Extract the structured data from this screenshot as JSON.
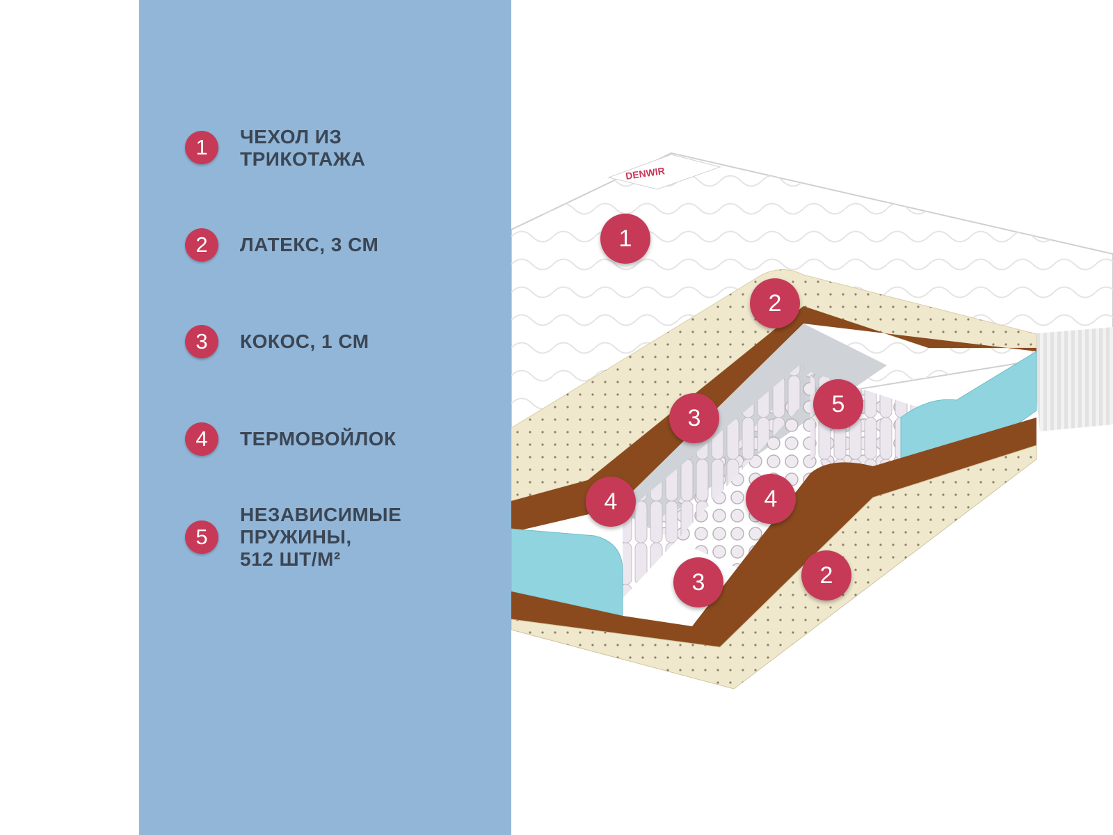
{
  "legend": {
    "items": [
      {
        "number": "1",
        "lines": [
          "ЧЕХОЛ ИЗ",
          "ТРИКОТАЖА"
        ]
      },
      {
        "number": "2",
        "lines": [
          "ЛАТЕКС, 3 СМ"
        ]
      },
      {
        "number": "3",
        "lines": [
          "КОКОС, 1 СМ"
        ]
      },
      {
        "number": "4",
        "lines": [
          "ТЕРМОВОЙЛОК"
        ]
      },
      {
        "number": "5",
        "lines": [
          "НЕЗАВИСИМЫЕ",
          "ПРУЖИНЫ,",
          "512 ШТ/М²"
        ]
      }
    ]
  },
  "image": {
    "brand": "DENWIR",
    "callouts": [
      "1",
      "2",
      "3",
      "5",
      "4",
      "4",
      "3",
      "2"
    ]
  },
  "colors": {
    "panel": "#92b6d8",
    "badge": "#c63a57",
    "text": "#3b4654",
    "latex": "#f0e8cc",
    "coconut": "#8a4a1e",
    "foam": "#8fd4de",
    "springs": "#e6e0e6"
  }
}
